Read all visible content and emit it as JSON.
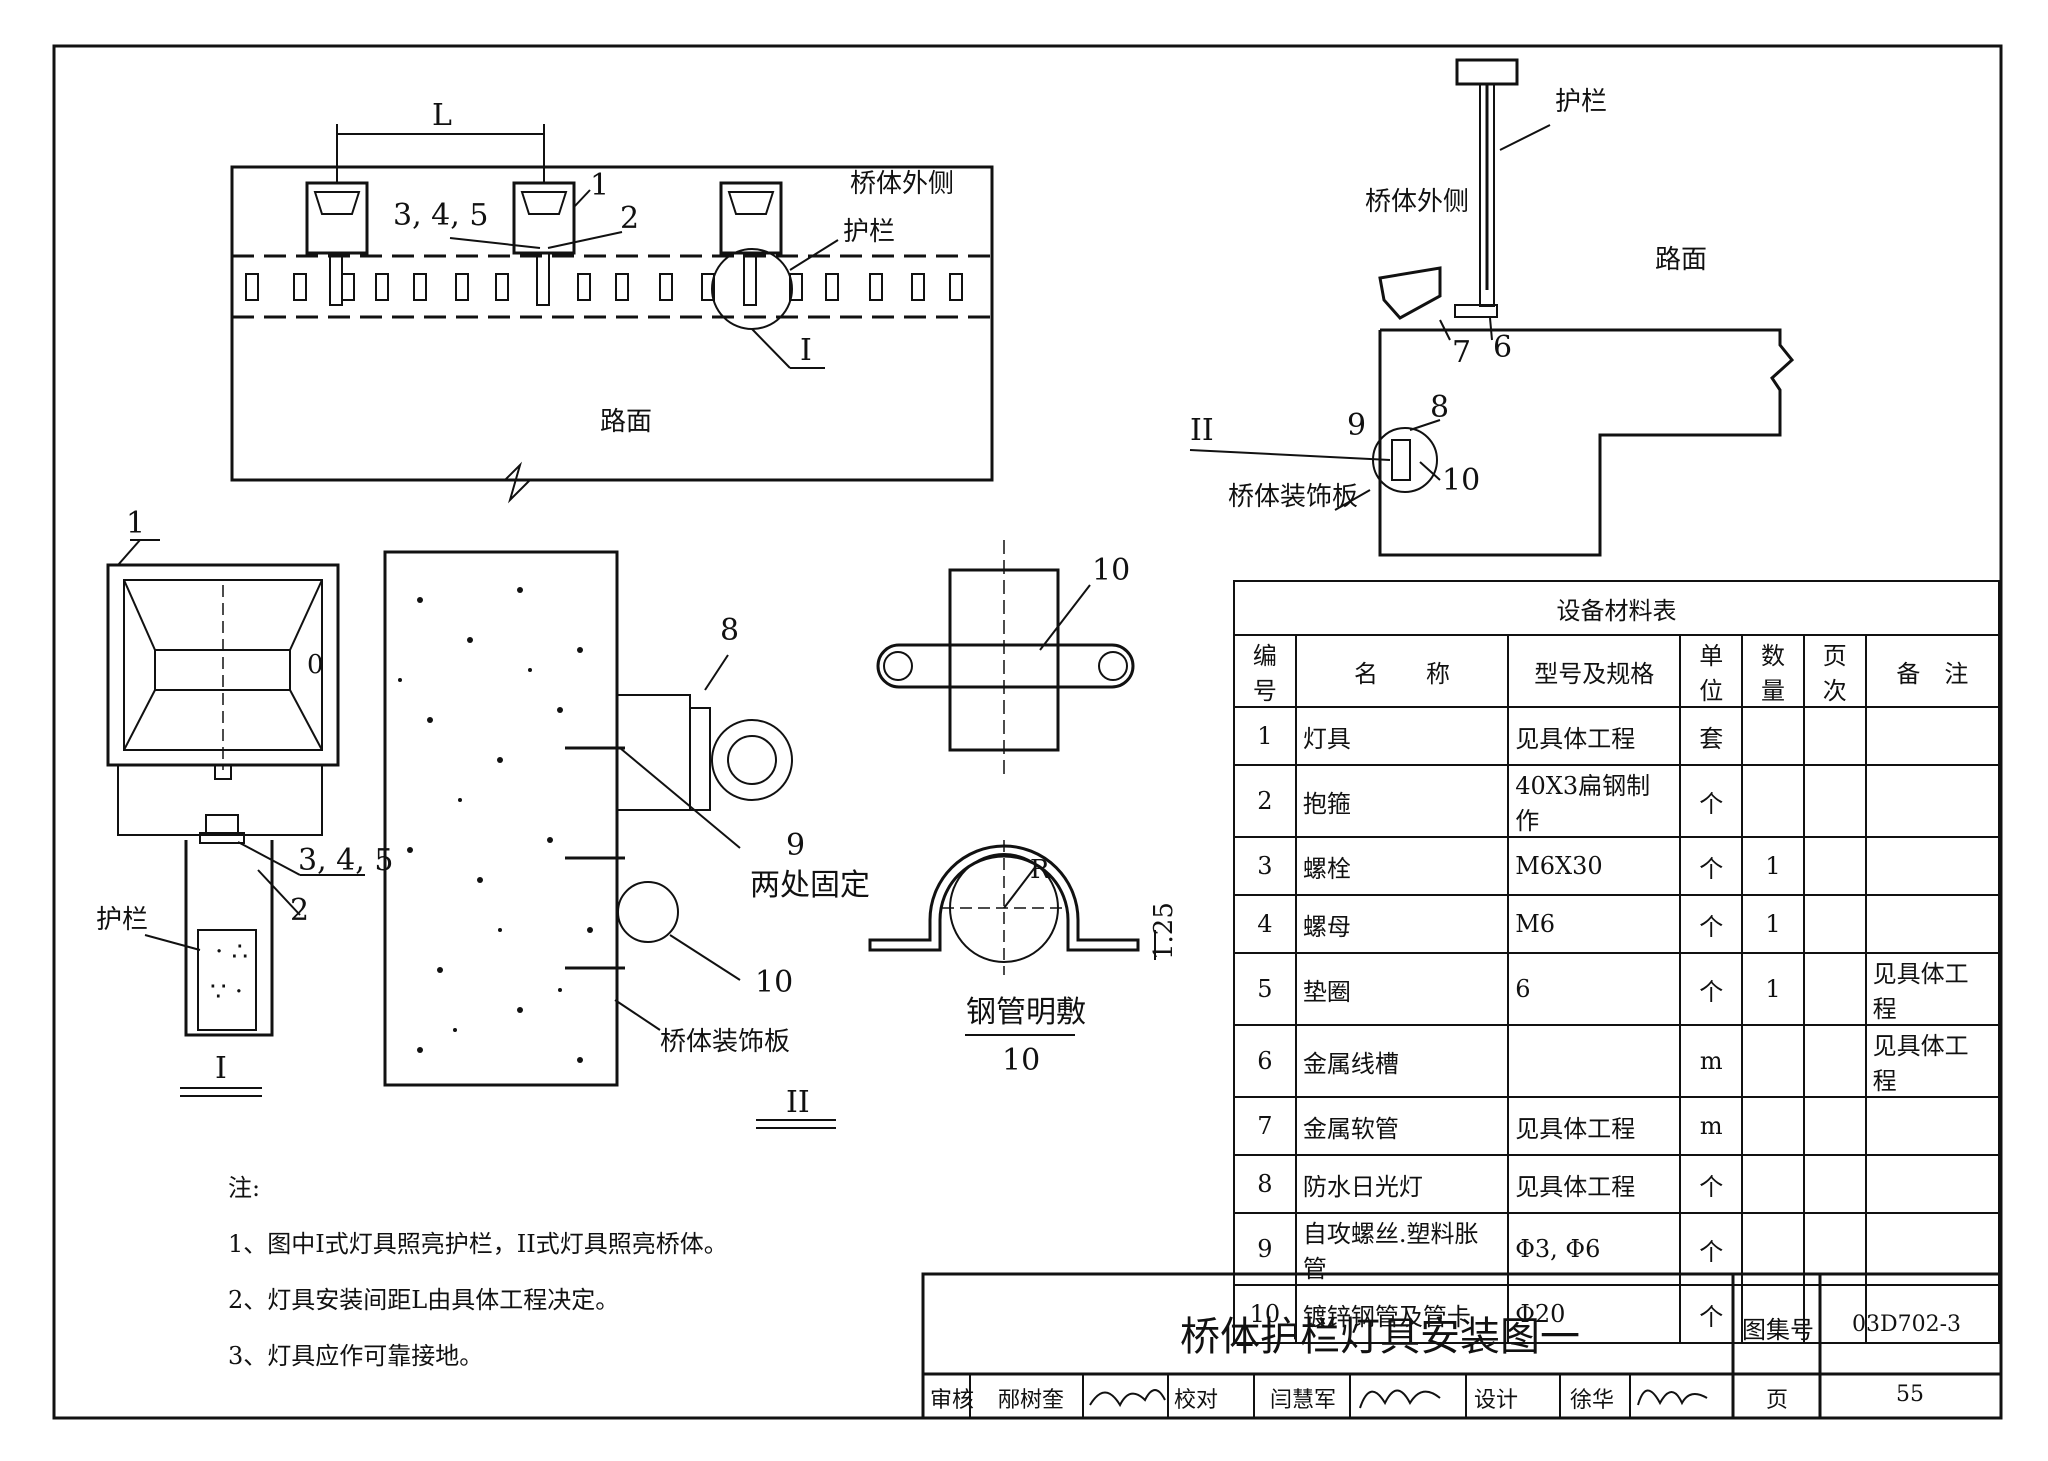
{
  "plan": {
    "label_L": "L",
    "label_outer": "桥体外侧",
    "label_guardrail": "护栏",
    "label_road": "路面",
    "label_I": "I",
    "callouts": [
      "1",
      "2",
      "3, 4, 5"
    ]
  },
  "section": {
    "label_guardrail": "护栏",
    "label_outer": "桥体外侧",
    "label_road": "路面",
    "label_II": "II",
    "label_deco": "桥体装饰板",
    "callouts": [
      "6",
      "7",
      "8",
      "9",
      "10"
    ]
  },
  "detail_I": {
    "label_1": "1",
    "label_2": "2",
    "label_345": "3, 4, 5",
    "label_guardrail": "护栏",
    "title": "I"
  },
  "detail_II": {
    "label_8": "8",
    "label_9": "9",
    "label_fix": "两处固定",
    "label_10": "10",
    "label_deco": "桥体装饰板",
    "title": "II"
  },
  "pipe_detail": {
    "label_10": "10",
    "label_R": "R",
    "label_125": "1.25",
    "title": "钢管明敷",
    "title_num": "10"
  },
  "notes": {
    "heading": "注:",
    "items": [
      "1、图中I式灯具照亮护栏，II式灯具照亮桥体。",
      "2、灯具安装间距L由具体工程决定。",
      "3、灯具应作可靠接地。"
    ]
  },
  "material_table": {
    "title": "设备材料表",
    "headers": [
      "编号",
      "名　　称",
      "型号及规格",
      "单位",
      "数量",
      "页次",
      "备　注"
    ],
    "rows": [
      [
        "1",
        "灯具",
        "见具体工程",
        "套",
        "",
        "",
        ""
      ],
      [
        "2",
        "抱箍",
        "40X3扁钢制作",
        "个",
        "",
        "",
        ""
      ],
      [
        "3",
        "螺栓",
        "M6X30",
        "个",
        "1",
        "",
        ""
      ],
      [
        "4",
        "螺母",
        "M6",
        "个",
        "1",
        "",
        ""
      ],
      [
        "5",
        "垫圈",
        "6",
        "个",
        "1",
        "",
        "见具体工程"
      ],
      [
        "6",
        "金属线槽",
        "",
        "m",
        "",
        "",
        "见具体工程"
      ],
      [
        "7",
        "金属软管",
        "见具体工程",
        "m",
        "",
        "",
        ""
      ],
      [
        "8",
        "防水日光灯",
        "见具体工程",
        "个",
        "",
        "",
        ""
      ],
      [
        "9",
        "自攻螺丝.塑料胀管",
        "Φ3, Φ6",
        "个",
        "",
        "",
        ""
      ],
      [
        "10",
        "镀锌钢管及管卡",
        "Φ20",
        "个",
        "",
        "",
        ""
      ]
    ]
  },
  "title_block": {
    "drawing_title": "桥体护栏灯具安装图一",
    "atlas_label": "图集号",
    "atlas_no": "03D702-3",
    "review_label": "审核",
    "reviewer": "邴树奎",
    "check_label": "校对",
    "checker": "闫慧军",
    "design_label": "设计",
    "designer": "徐华",
    "page_label": "页",
    "page_no": "55"
  }
}
